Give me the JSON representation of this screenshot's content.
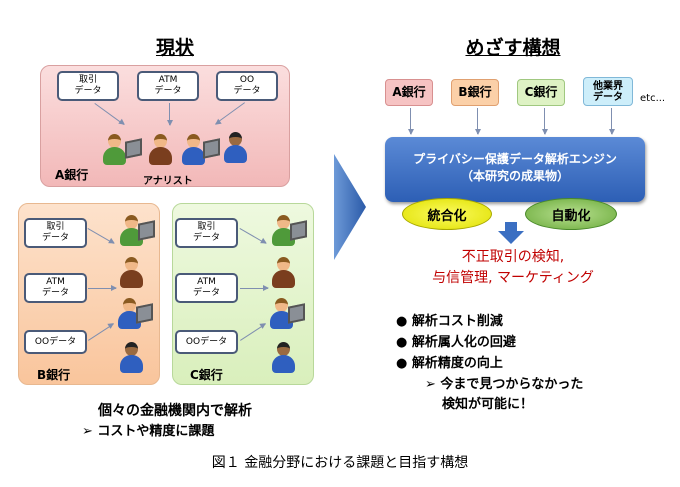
{
  "left": {
    "title": "現状",
    "bank_a": {
      "label": "A銀行",
      "analyst_label": "アナリスト",
      "data": [
        {
          "l1": "取引",
          "l2": "データ"
        },
        {
          "l1": "ATM",
          "l2": "データ"
        },
        {
          "l1": "OO",
          "l2": "データ"
        }
      ]
    },
    "bank_b": {
      "label": "B銀行",
      "data": [
        {
          "l1": "取引",
          "l2": "データ"
        },
        {
          "l1": "ATM",
          "l2": "データ"
        },
        {
          "l1": "OOデータ",
          "l2": ""
        }
      ]
    },
    "bank_c": {
      "label": "C銀行",
      "data": [
        {
          "l1": "取引",
          "l2": "データ"
        },
        {
          "l1": "ATM",
          "l2": "データ"
        },
        {
          "l1": "OOデータ",
          "l2": ""
        }
      ]
    },
    "summary": "個々の金融機関内で解析",
    "issue": "➢ コストや精度に課題"
  },
  "right": {
    "title": "めざす構想",
    "sources": [
      {
        "l1": "A銀行",
        "l2": "",
        "color": "#f6c3c3"
      },
      {
        "l1": "B銀行",
        "l2": "",
        "color": "#fbd0a8"
      },
      {
        "l1": "C銀行",
        "l2": "",
        "color": "#def2c4"
      },
      {
        "l1": "他業界",
        "l2": "データ",
        "color": "#cdeefa"
      }
    ],
    "etc": "etc...",
    "engine_line1": "プライバシー保護データ解析エンジン",
    "engine_line2": "（本研究の成果物）",
    "oval_left": "統合化",
    "oval_right": "自動化",
    "result_line1": "不正取引の検知,",
    "result_line2": "与信管理, マーケティング",
    "bullets": [
      "解析コスト削減",
      "解析属人化の回避",
      "解析精度の向上"
    ],
    "sub_line1": "➢ 今まで見つからなかった",
    "sub_line2": "検知が可能に！"
  },
  "caption": "図１ 金融分野における課題と目指す構想",
  "colors": {
    "engine": "#3b6fc2",
    "accent_red": "#c00000"
  }
}
